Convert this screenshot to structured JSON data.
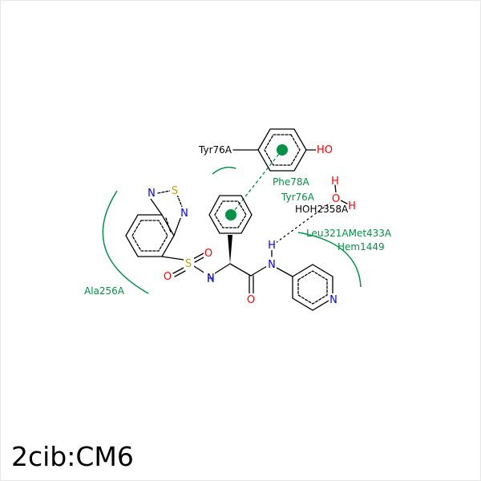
{
  "caption": "2cib:CM6",
  "colors": {
    "background": "#ffffff",
    "bond": "#000000",
    "interaction": "#009245",
    "nitrogen": "#0000ff",
    "oxygen": "#ff0000",
    "sulfur": "#c8a000",
    "hbond": "#000000"
  },
  "atoms": {
    "N": "N",
    "S": "S",
    "O": "O",
    "H": "H",
    "HO": "HO"
  },
  "residues": {
    "tyr76_a": "Tyr76A",
    "phe78": "Phe78A",
    "tyr76_b": "Tyr76A",
    "water": "HOH2358A",
    "leu_met": "Leu321AMet433A",
    "hem": "Hem1449",
    "ala": "Ala256A"
  }
}
